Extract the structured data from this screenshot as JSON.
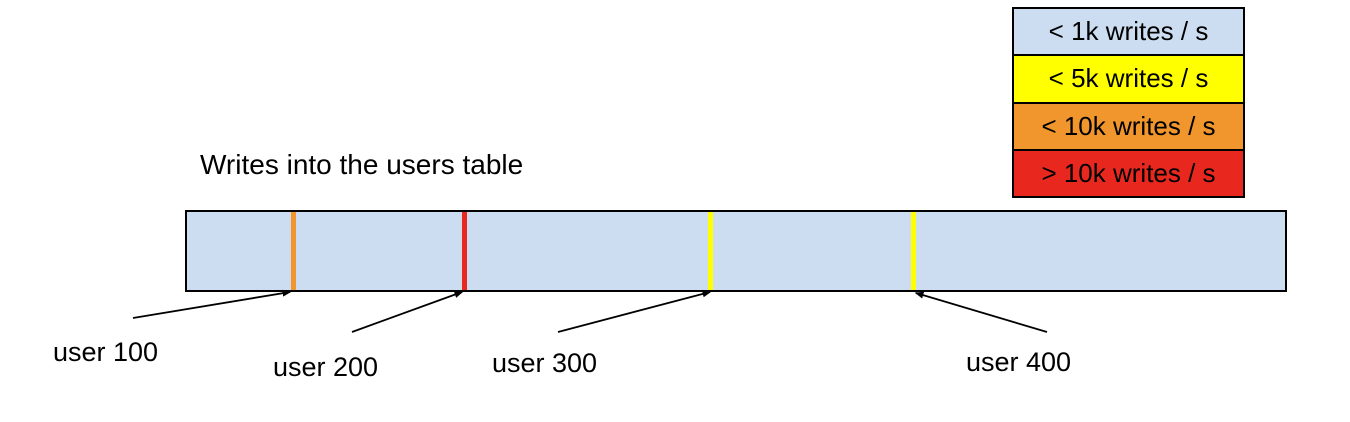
{
  "title": "Writes into the users table",
  "colors": {
    "bar_fill": "#cdddf1",
    "outline": "#000000",
    "arrow": "#000000"
  },
  "legend": {
    "items": [
      {
        "label": "< 1k writes / s",
        "color": "#cdddf1"
      },
      {
        "label": "< 5k writes / s",
        "color": "#ffff00"
      },
      {
        "label": "< 10k writes / s",
        "color": "#f0962d"
      },
      {
        "label": "> 10k writes / s",
        "color": "#e8281e"
      }
    ]
  },
  "markers": [
    {
      "user": "user 100",
      "write_rate": "< 10k writes / s",
      "color": "#f0962d"
    },
    {
      "user": "user 200",
      "write_rate": "> 10k writes / s",
      "color": "#e8281e"
    },
    {
      "user": "user 300",
      "write_rate": "< 5k writes / s",
      "color": "#ffff00"
    },
    {
      "user": "user 400",
      "write_rate": "< 5k writes / s",
      "color": "#ffff00"
    }
  ]
}
